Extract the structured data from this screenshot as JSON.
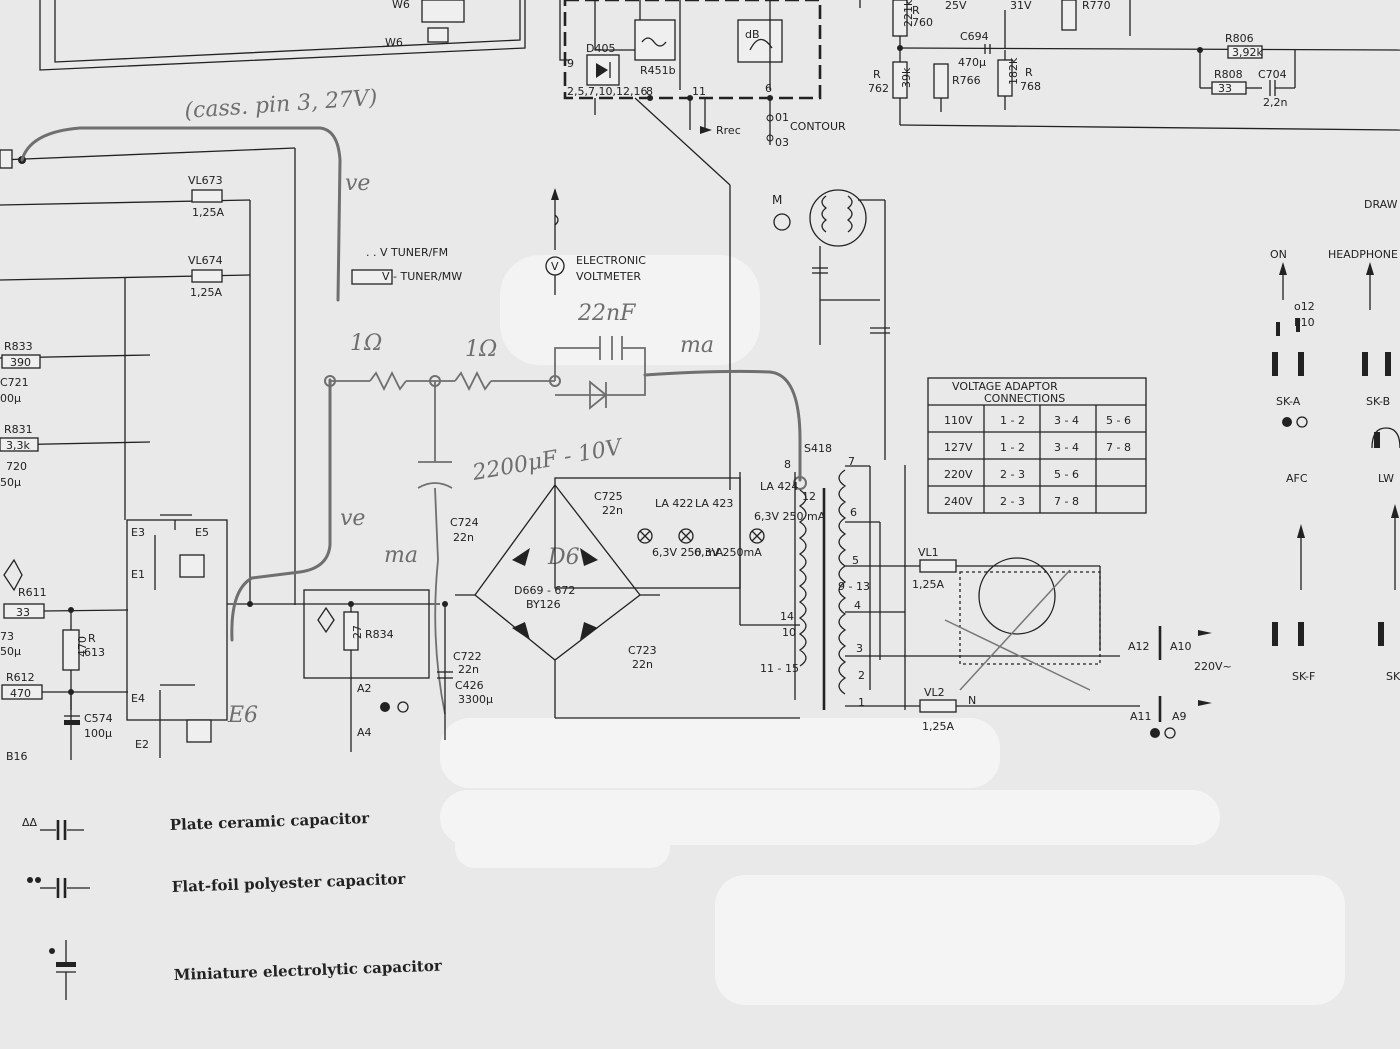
{
  "handwritten": {
    "cass_note": "(cass. pin 3, 27V)",
    "ve_top": "ve",
    "ve_bottom": "ve",
    "ma_top": "ma",
    "ma_bottom": "ma",
    "r1": "1Ω",
    "r2": "1Ω",
    "cap_22nf": "22nF",
    "cap_2200": "2200μF - 10V",
    "e6": "E6",
    "d6": "D6"
  },
  "meter": {
    "tuner_fm": ". . V  TUNER/FM",
    "tuner_mw": "V - TUNER/MW",
    "electronic": "ELECTRONIC",
    "voltmeter": "VOLTMETER",
    "v_symbol": "V",
    "m_symbol": "M"
  },
  "top_labels": {
    "w6a": "W6",
    "w6b": "W6",
    "d405": "D405",
    "r451b": "R451b",
    "db": "dB",
    "pins_a": "2,5,7,10,12,16",
    "pin8": "8",
    "pin9": "9",
    "pin11": "11",
    "pin6": "6",
    "rrec": "Rrec",
    "contour": "CONTOUR",
    "o1": "01",
    "o3": "03",
    "r760": "760",
    "r760_val": "221k",
    "r762": "762",
    "r762_val": "39k",
    "r766": "R766",
    "c694": "C694",
    "c694_val": "470μ",
    "v25": "25V",
    "v31": "31V",
    "r768": "768",
    "r768_val": "182k",
    "r770": "R770",
    "r806": "R806",
    "r806_val": "3,92k",
    "r808": "R808",
    "r808_val": "33",
    "c704": "C704",
    "c704_val": "2,2n",
    "r_letter": "R"
  },
  "left_labels": {
    "vl673": "VL673",
    "vl673_val": "1,25A",
    "vl674": "VL674",
    "vl674_val": "1,25A",
    "r833": "R833",
    "r833_val": "390",
    "c721": "C721",
    "c721_val": "00μ",
    "r831": "R831",
    "r831_val": "3,3k",
    "c720": "720",
    "c720_val": "50μ",
    "r611": "R611",
    "r611_val": "33",
    "r613": "613",
    "r613_val": "470",
    "r612": "R612",
    "r612_val": "470",
    "c574": "C574",
    "c574_val": "100μ",
    "c573": "73",
    "c573_val": "50μ",
    "b16": "B16",
    "e1": "E1",
    "e2": "E2",
    "e3": "E3",
    "e4": "E4",
    "e5": "E5"
  },
  "psu": {
    "c724": "C724",
    "c724_val": "22n",
    "c725": "C725",
    "c725_val": "22n",
    "c722": "C722",
    "c722_val": "22n",
    "c723": "C723",
    "c723_val": "22n",
    "c426": "C426",
    "c426_val": "3300μ",
    "d669": "D669 - 672",
    "by126": "BY126",
    "r834": "R834",
    "r834_val": "27",
    "a2": "A2",
    "a4": "A4",
    "la422": "LA 422",
    "la422_spec": "6,3V 250 mA",
    "la423": "LA 423",
    "la423_spec": "6,3V 250mA",
    "la424": "LA 424",
    "la424_spec": "6,3V 250 mA",
    "s418": "S418",
    "tap_8": "8",
    "tap_12": "12",
    "tap_14": "14",
    "tap_10": "10",
    "tap_1115": "11 - 15",
    "tap_913": "9 - 13",
    "tap_7": "7",
    "tap_6": "6",
    "tap_5": "5",
    "tap_4": "4",
    "tap_3": "3",
    "tap_2": "2",
    "tap_1": "1",
    "vl1": "VL1",
    "vl1_val": "1,25A",
    "vl2": "VL2",
    "vl2_val": "1,25A",
    "n": "N",
    "mains": "220V~",
    "a12": "A12",
    "a10": "A10",
    "a11": "A11",
    "a9": "A9"
  },
  "adaptor": {
    "title": "VOLTAGE ADAPTOR",
    "subtitle": "CONNECTIONS",
    "rows": [
      [
        "110V",
        "1 - 2",
        "3 - 4",
        "5 - 6"
      ],
      [
        "127V",
        "1 - 2",
        "3 - 4",
        "7 - 8"
      ],
      [
        "220V",
        "2 - 3",
        "5 - 6",
        ""
      ],
      [
        "240V",
        "2 - 3",
        "7 - 8",
        ""
      ]
    ]
  },
  "right_panel": {
    "draw": "DRAW",
    "on": "ON",
    "headphone": "HEADPHONE",
    "o12": "o12",
    "p10": "P10",
    "ska": "SK-A",
    "skb": "SK-B",
    "afc": "AFC",
    "lw": "LW",
    "skf": "SK-F",
    "sk_last": "SK"
  },
  "legend": [
    "Plate ceramic capacitor",
    "Flat-foil polyester capacitor",
    "Miniature electrolytic capacitor"
  ]
}
